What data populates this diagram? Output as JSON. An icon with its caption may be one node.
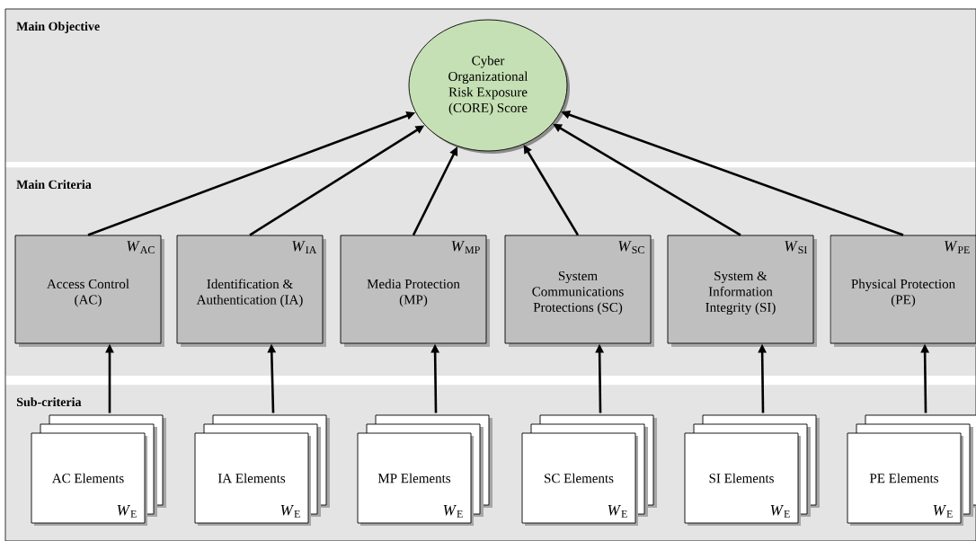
{
  "diagram": {
    "nodes": [
      {
        "text": [
          "Main Objective"
        ]
      },
      {
        "text": [
          "Cyber Organizational Risk Exposure (CORE) Score"
        ],
        "in": 0
      },
      {
        "text": [
          "Main Criteria"
        ]
      },
      {
        "text": [
          "*W*$_{AC}$",
          "Access Control (AC)"
        ],
        "in": 2
      },
      {
        "text": [
          "*W*$_{IA}$",
          "Identification & Authentication (IA)"
        ],
        "in": 2
      },
      {
        "text": [
          "*W*$_{MP}$",
          "Media Protection (MP)"
        ],
        "in": 2
      },
      {
        "text": [
          "*W*$_{SC}$",
          "System Communications Protections (SC)"
        ],
        "in": 2
      },
      {
        "text": [
          "*W*$_{SI}$",
          "System & Information Integrity (SI)"
        ],
        "in": 2
      },
      {
        "text": [
          "*W*$_{PE}$",
          "Physical Protection (PE)"
        ],
        "in": 2
      },
      {
        "text": [
          "Sub-criteria"
        ]
      },
      {
        "text": [
          "AC Elements",
          "*W*$_{E}$"
        ],
        "in": 9
      },
      {
        "text": [
          "IA Elements",
          "*W*$_{E}$"
        ],
        "in": 9
      },
      {
        "text": [
          "MP Elements",
          "*W*$_{E}$"
        ],
        "in": 9
      },
      {
        "text": [
          "SC Elements",
          "*W*$_{E}$"
        ],
        "in": 9
      },
      {
        "text": [
          "SI Elements",
          "*W*$_{E}$"
        ],
        "in": 9
      },
      {
        "text": [
          "PE Elements",
          "*W*$_{E}$"
        ],
        "in": 9
      }
    ],
    "edges": [
      {
        "from": 3,
        "to": 1,
        "arrow": "to"
      },
      {
        "from": 4,
        "to": 1,
        "arrow": "to"
      },
      {
        "from": 5,
        "to": 1,
        "arrow": "to"
      },
      {
        "from": 6,
        "to": 1,
        "arrow": "to"
      },
      {
        "from": 7,
        "to": 1,
        "arrow": "to"
      },
      {
        "from": 8,
        "to": 1,
        "arrow": "to"
      },
      {
        "from": 10,
        "to": 3,
        "arrow": "to"
      },
      {
        "from": 11,
        "to": 4,
        "arrow": "to"
      },
      {
        "from": 12,
        "to": 5,
        "arrow": "to"
      },
      {
        "from": 13,
        "to": 6,
        "arrow": "to"
      },
      {
        "from": 14,
        "to": 7,
        "arrow": "to"
      },
      {
        "from": 15,
        "to": 8,
        "arrow": "to"
      }
    ]
  }
}
